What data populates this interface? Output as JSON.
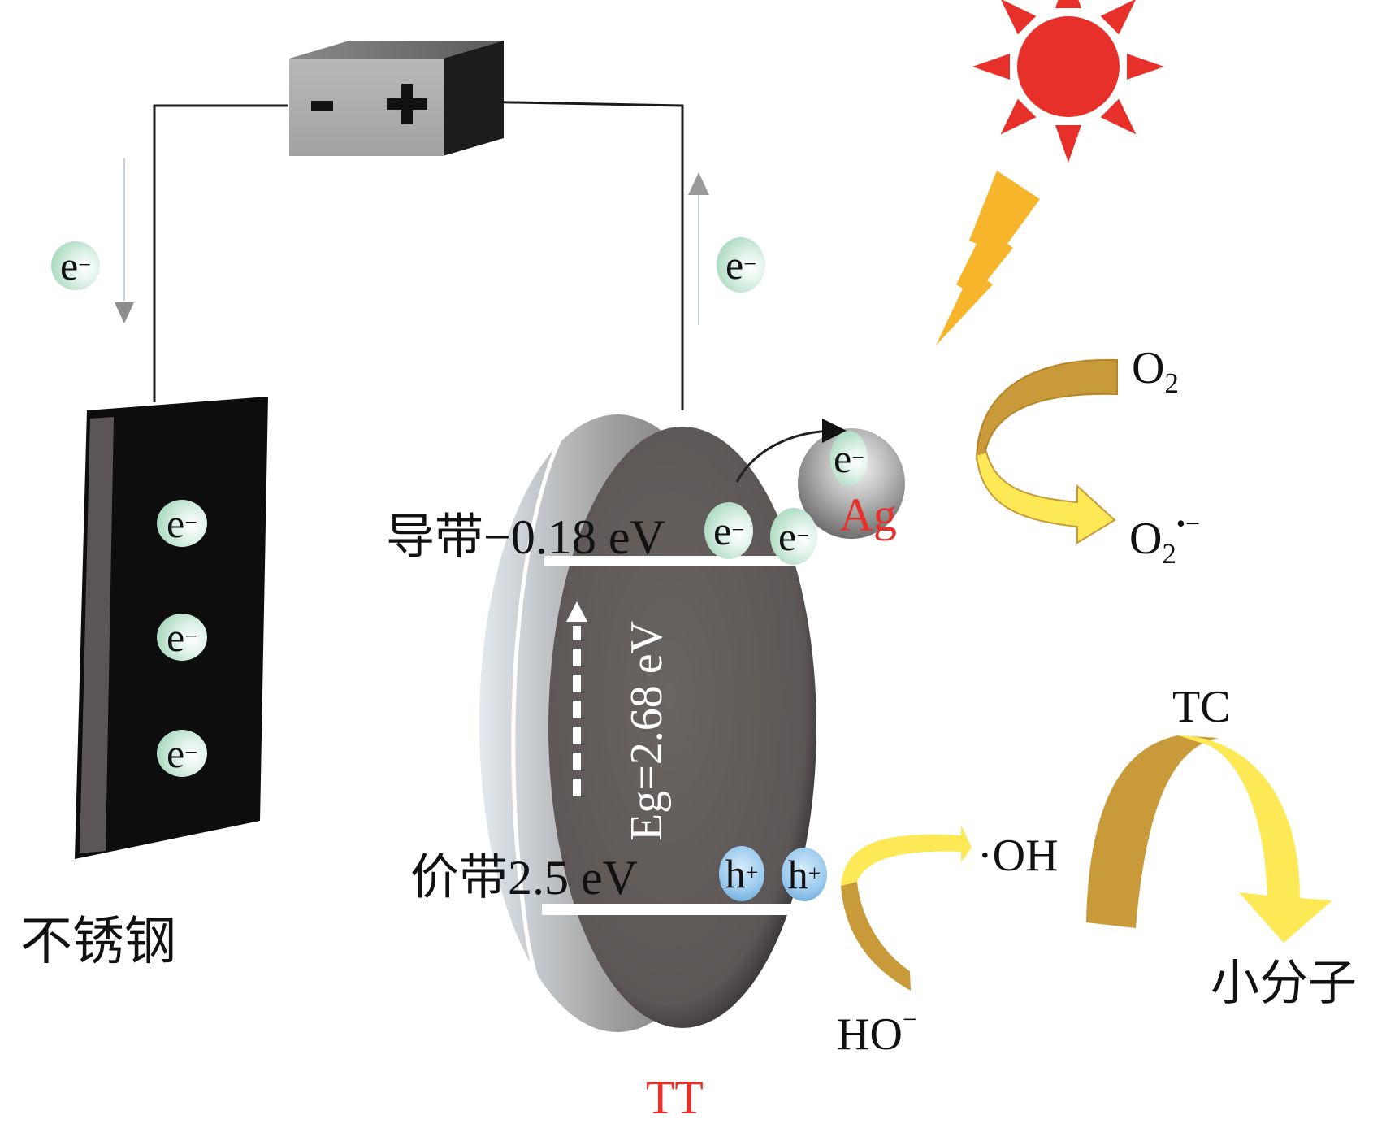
{
  "figure": {
    "battery": {
      "negative_label": "-",
      "positive_label": "+"
    },
    "electrode": {
      "label": "不锈钢"
    },
    "photocatalyst": {
      "label": "TT",
      "conduction_band": "导带−0.18 eV",
      "valence_band": "价带2.5 eV",
      "band_gap": "Eg=2.68 eV"
    },
    "cocatalyst": {
      "label": "Ag"
    },
    "particles": {
      "electron_symbol": "e",
      "electron_charge": "−",
      "hole_symbol": "h",
      "hole_charge": "+"
    },
    "reactions": {
      "o2_reactant": "O",
      "o2_sub": "2",
      "superoxide_product": "O",
      "superoxide_sub": "2",
      "superoxide_sup": "•−",
      "hydroxide_reactant": "HO",
      "hydroxide_sup": "−",
      "hydroxyl_radical": "·OH",
      "pollutant": "TC",
      "degradation_product": "小分子"
    },
    "colors": {
      "sun": "#e8302a",
      "lightning": "#f7b52b",
      "arrow_dark": "#c99a3a",
      "arrow_light": "#fde855",
      "accent_red": "#e8302a",
      "electron_green": "#a9d9be",
      "hole_blue": "#8cc1ea",
      "disc_face": "#5f5a58",
      "electrode_black": "#0d0d0d"
    }
  }
}
